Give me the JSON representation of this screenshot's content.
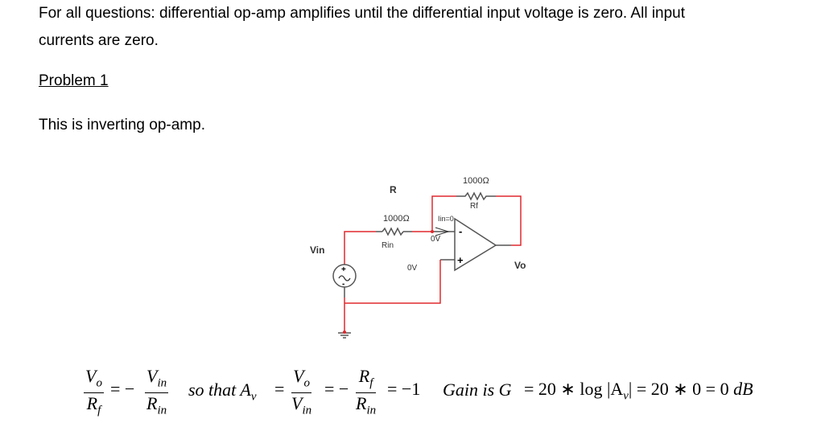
{
  "text": {
    "intro_line1": "For all questions: differential op-amp amplifies until the differential input voltage is zero. All input",
    "intro_line2": "currents are zero.",
    "heading": "Problem 1",
    "subtitle": "This is inverting op-amp."
  },
  "circuit": {
    "section_label": "R",
    "input_resistor_value": "1000Ω",
    "input_resistor_name": "Rin",
    "feedback_resistor_value": "1000Ω",
    "feedback_resistor_name": "Rf",
    "source_label": "Vin",
    "output_label": "Vo",
    "inverting_node_voltage": "0V",
    "noninverting_node_voltage": "0V",
    "input_current_label": "Iin=0",
    "minus_sign": "-",
    "plus_sign": "+",
    "wire_color": "#e0282e",
    "component_color": "#555555"
  },
  "equation": {
    "f1_num": "V",
    "f1_num_sub": "o",
    "f1_den": "R",
    "f1_den_sub": "f",
    "eq1": "= −",
    "f2_num": "V",
    "f2_num_sub": "in",
    "f2_den": "R",
    "f2_den_sub": "in",
    "so_that": "so that A",
    "so_that_sub": "v",
    "eq2": "=",
    "f3_num": "V",
    "f3_num_sub": "o",
    "f3_den": "V",
    "f3_den_sub": "in",
    "eq3": "= −",
    "f4_num": "R",
    "f4_num_sub": "f",
    "f4_den": "R",
    "f4_den_sub": "in",
    "result": "= −1",
    "gain_text": "Gain is G",
    "gain_expr_a": "= 20 ∗ log |A",
    "gain_expr_sub": "v",
    "gain_expr_b": "| = 20 ∗ 0 = 0",
    "gain_unit": "dB"
  }
}
